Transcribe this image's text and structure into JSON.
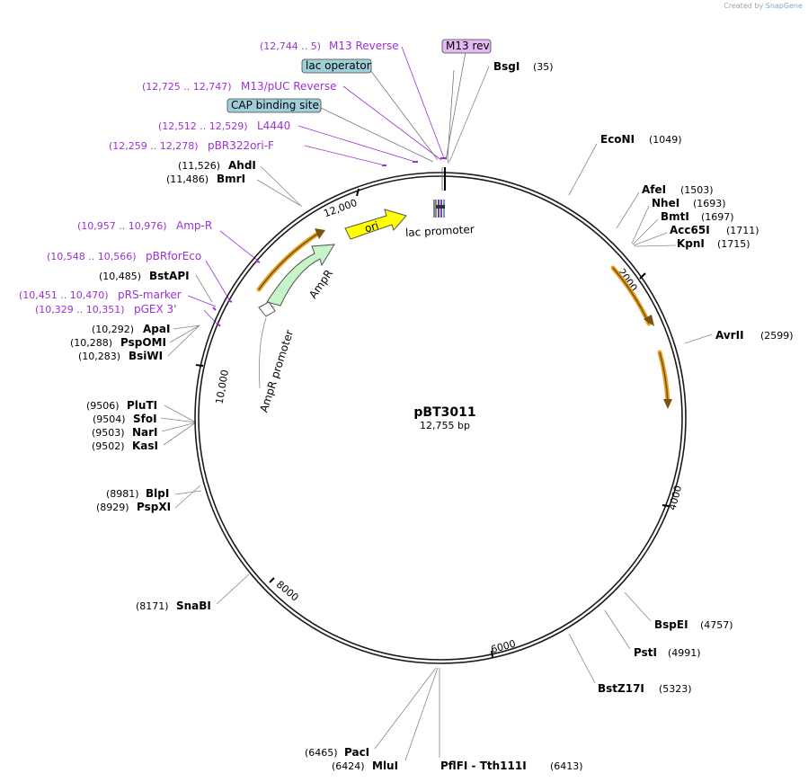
{
  "credit": {
    "prefix": "Created by",
    "brand": "SnapGene"
  },
  "plasmid": {
    "name": "pBT3011",
    "length_label": "12,755 bp",
    "length": 12755
  },
  "ticks": [
    {
      "label": "2000",
      "bp": 2000
    },
    {
      "label": "4000",
      "bp": 4000
    },
    {
      "label": "6000",
      "bp": 6000
    },
    {
      "label": "8000",
      "bp": 8000
    },
    {
      "label": "10,000",
      "bp": 10000
    },
    {
      "label": "12,000",
      "bp": 12000
    }
  ],
  "enzymes": [
    {
      "name": "BsgI",
      "pos": "(35)"
    },
    {
      "name": "EcoNI",
      "pos": "(1049)"
    },
    {
      "name": "AfeI",
      "pos": "(1503)"
    },
    {
      "name": "NheI",
      "pos": "(1693)"
    },
    {
      "name": "BmtI",
      "pos": "(1697)"
    },
    {
      "name": "Acc65I",
      "pos": "(1711)"
    },
    {
      "name": "KpnI",
      "pos": "(1715)"
    },
    {
      "name": "AvrII",
      "pos": "(2599)"
    },
    {
      "name": "BspEI",
      "pos": "(4757)"
    },
    {
      "name": "PstI",
      "pos": "(4991)"
    },
    {
      "name": "BstZ17I",
      "pos": "(5323)"
    },
    {
      "name": "PflFI - Tth111I",
      "pos": "(6413)"
    },
    {
      "name": "PacI",
      "pos": "(6465)"
    },
    {
      "name": "MluI",
      "pos": "(6424)"
    },
    {
      "name": "SnaBI",
      "pos": "(8171)"
    },
    {
      "name": "BlpI",
      "pos": "(8981)"
    },
    {
      "name": "PspXI",
      "pos": "(8929)"
    },
    {
      "name": "PluTI",
      "pos": "(9506)"
    },
    {
      "name": "SfoI",
      "pos": "(9504)"
    },
    {
      "name": "NarI",
      "pos": "(9503)"
    },
    {
      "name": "KasI",
      "pos": "(9502)"
    },
    {
      "name": "ApaI",
      "pos": "(10,292)"
    },
    {
      "name": "PspOMI",
      "pos": "(10,288)"
    },
    {
      "name": "BsiWI",
      "pos": "(10,283)"
    },
    {
      "name": "BstAPI",
      "pos": "(10,485)"
    },
    {
      "name": "AhdI",
      "pos": "(11,526)"
    },
    {
      "name": "BmrI",
      "pos": "(11,486)"
    }
  ],
  "primers": [
    {
      "name": "M13 Reverse",
      "range": "(12,744 .. 5)"
    },
    {
      "name": "M13/pUC Reverse",
      "range": "(12,725 .. 12,747)"
    },
    {
      "name": "L4440",
      "range": "(12,512 .. 12,529)"
    },
    {
      "name": "pBR322ori-F",
      "range": "(12,259 .. 12,278)"
    },
    {
      "name": "Amp-R",
      "range": "(10,957 .. 10,976)"
    },
    {
      "name": "pBRforEco",
      "range": "(10,548 .. 10,566)"
    },
    {
      "name": "pRS-marker",
      "range": "(10,451 .. 10,470)"
    },
    {
      "name": "pGEX 3'",
      "range": "(10,329 .. 10,351)"
    }
  ],
  "boxed_features": [
    {
      "name": "M13 rev",
      "color": "#e3b8f3"
    },
    {
      "name": "lac operator",
      "color": "#9fd0d9"
    },
    {
      "name": "CAP binding site",
      "color": "#9fd0d9"
    }
  ],
  "features": {
    "ori": "ori",
    "ampr": "AmpR",
    "ampr_promoter": "AmpR promoter",
    "lac_promoter": "lac promoter"
  },
  "colors": {
    "backbone": "#1a1a1a",
    "primer": "#9b30d9",
    "ori_fill": "#ffff00",
    "ampr_fill": "#c8f5c8",
    "orf_arrow": "#e8a020"
  }
}
